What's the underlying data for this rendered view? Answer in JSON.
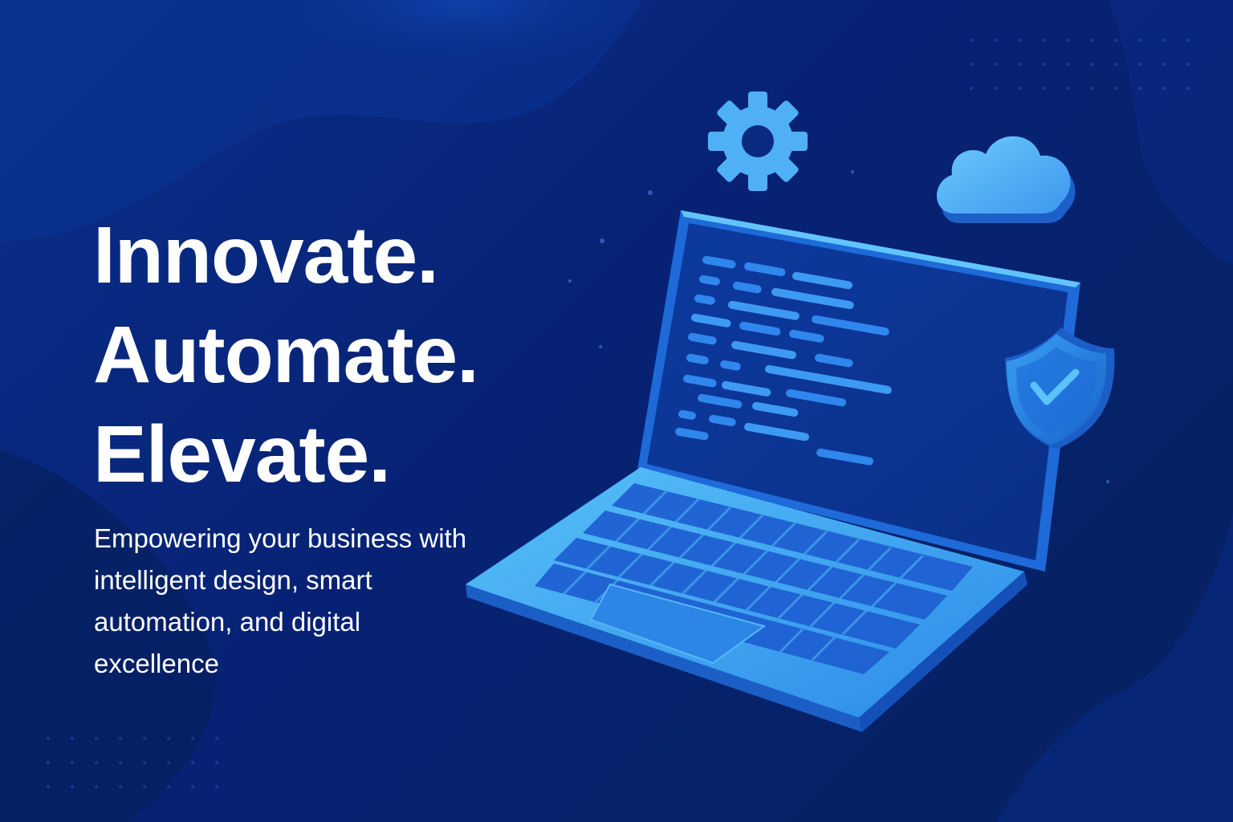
{
  "hero": {
    "headline": [
      "Innovate.",
      "Automate.",
      "Elevate."
    ],
    "tagline": "Empowering your business with intelligent design, smart automation, and digital excellence"
  },
  "illustration": {
    "icons": [
      "gear-icon",
      "cloud-icon",
      "shield-check-icon",
      "laptop-icon"
    ]
  },
  "colors": {
    "background": "#07246f",
    "accent_light": "#4fb4f5",
    "accent": "#2f8fec",
    "text": "#ffffff"
  }
}
